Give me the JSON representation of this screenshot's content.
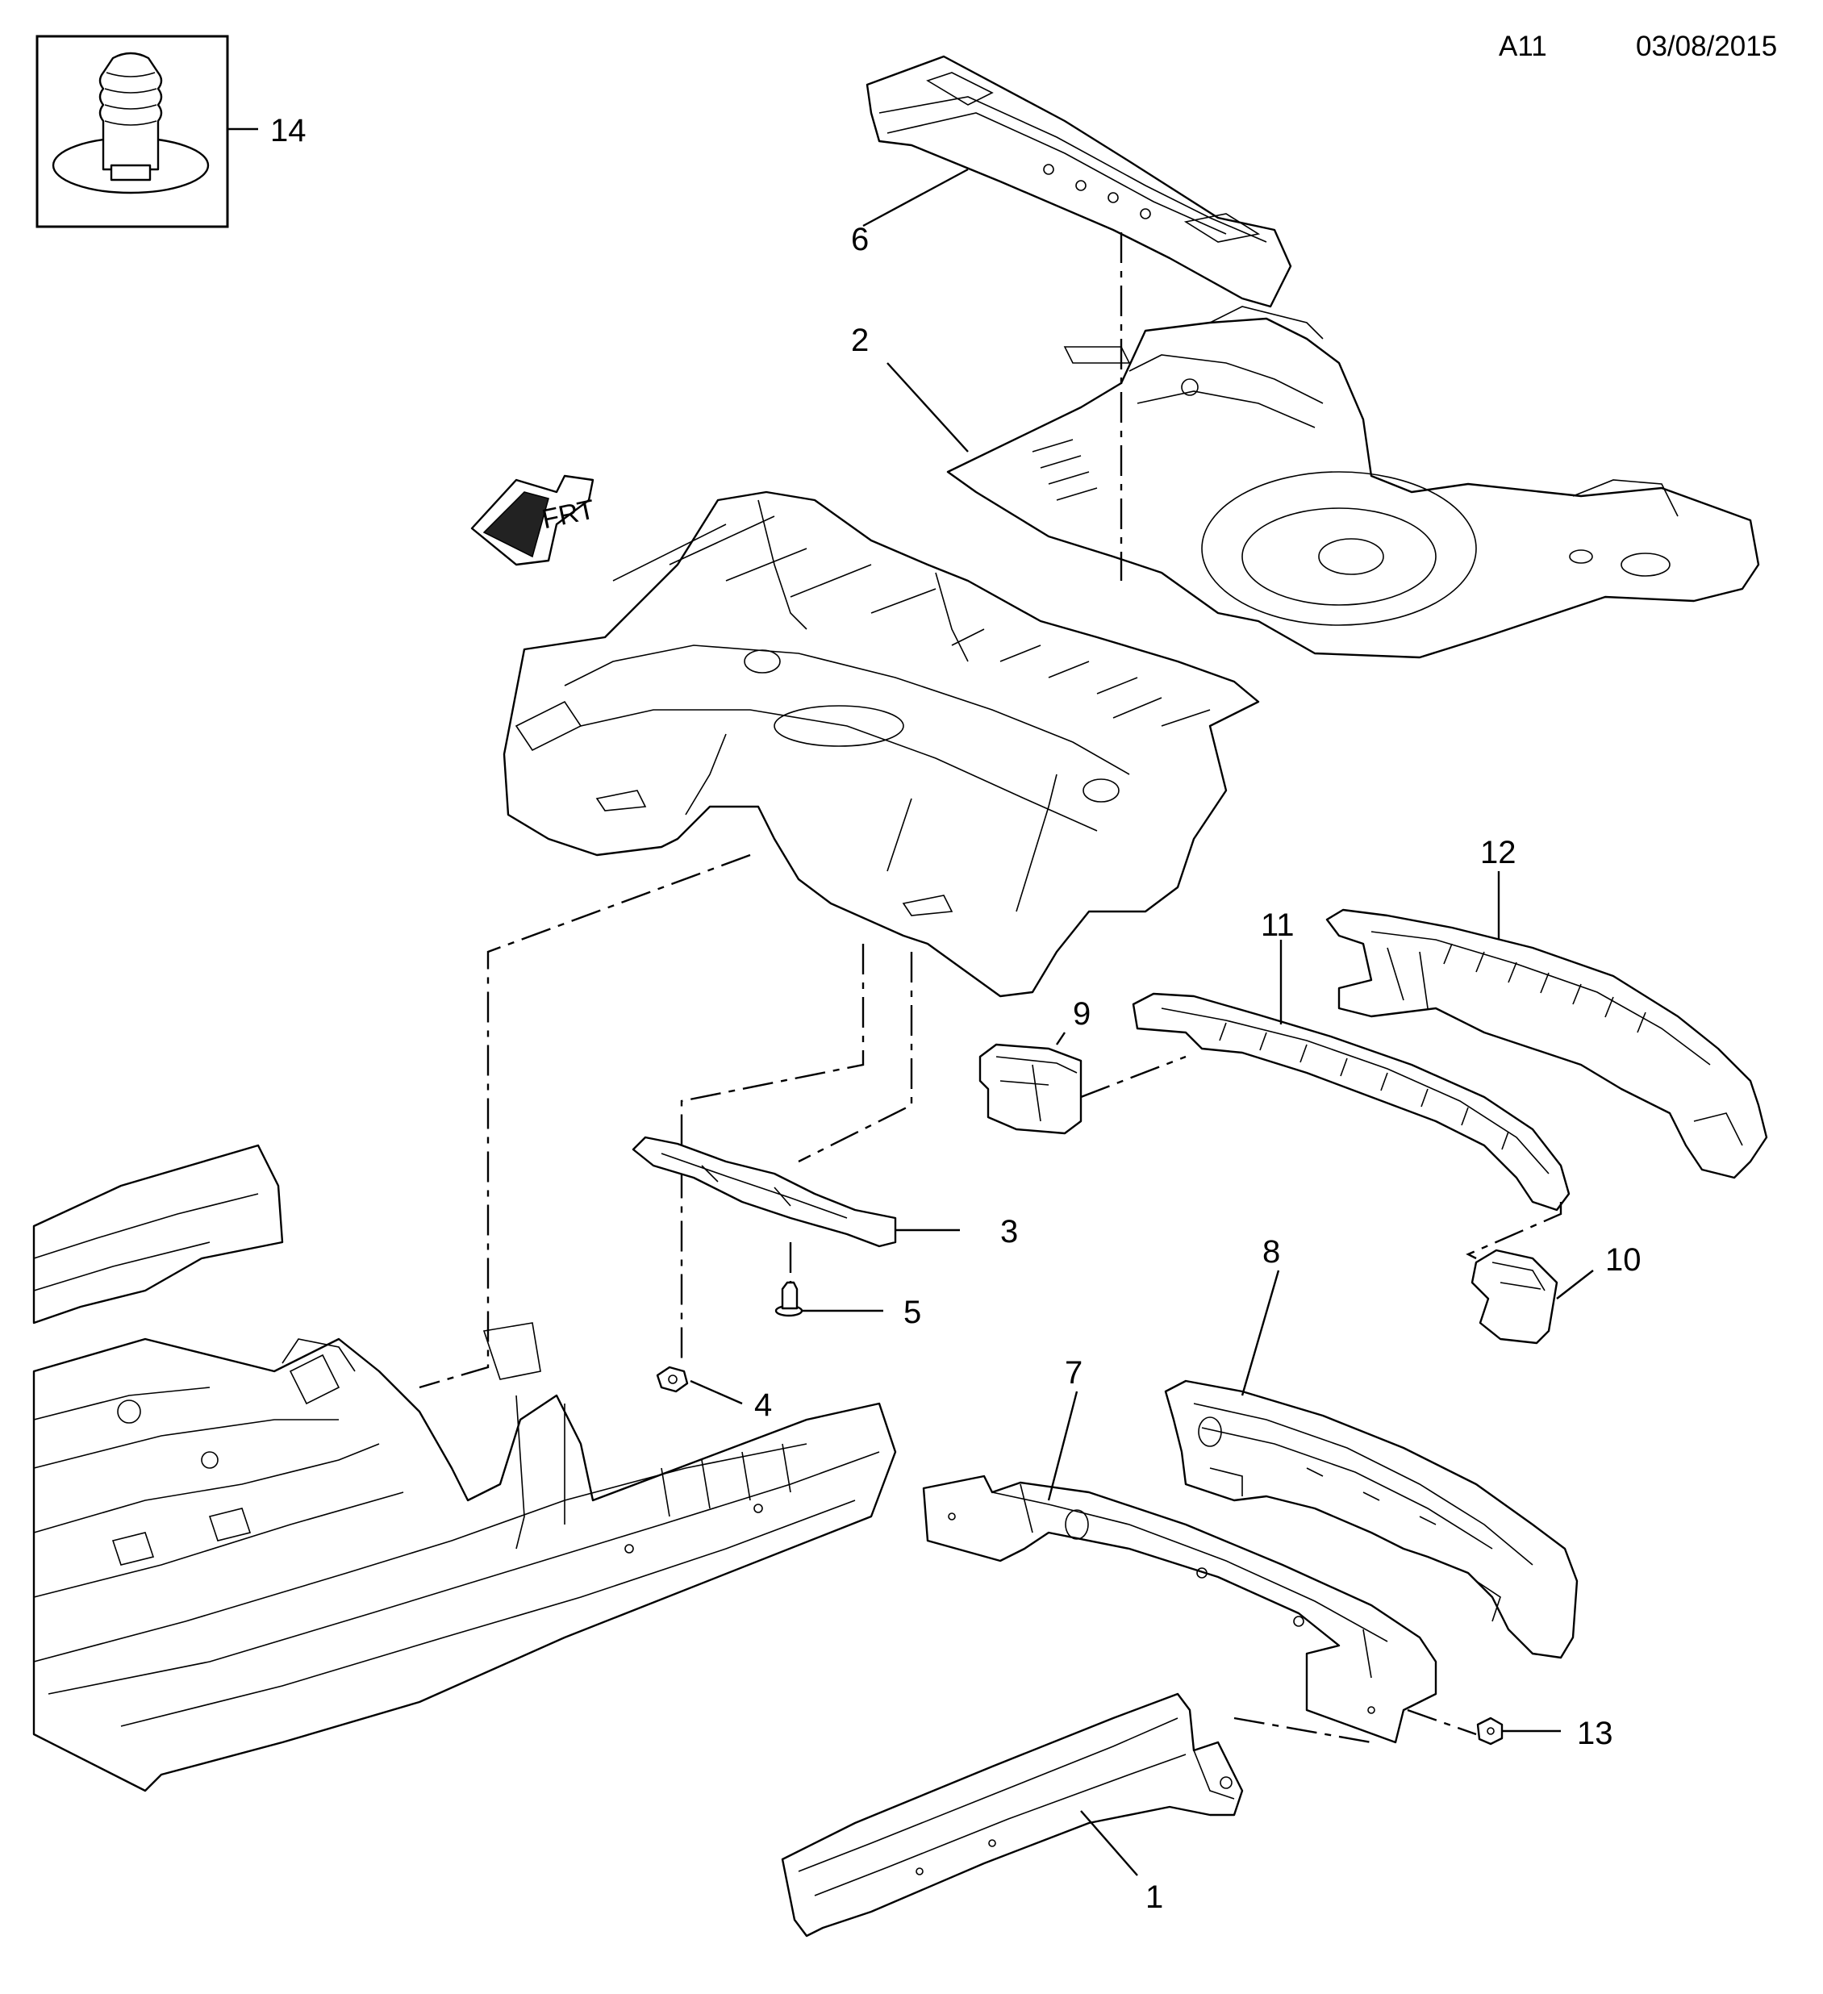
{
  "header": {
    "code": "A11",
    "date": "03/08/2015"
  },
  "direction_marker": {
    "label": "FRT"
  },
  "inset": {
    "callout": "14"
  },
  "callouts": {
    "c1": "1",
    "c2": "2",
    "c3": "3",
    "c4": "4",
    "c5": "5",
    "c6": "6",
    "c7": "7",
    "c8": "8",
    "c9": "9",
    "c10": "10",
    "c11": "11",
    "c12": "12",
    "c13": "13"
  }
}
